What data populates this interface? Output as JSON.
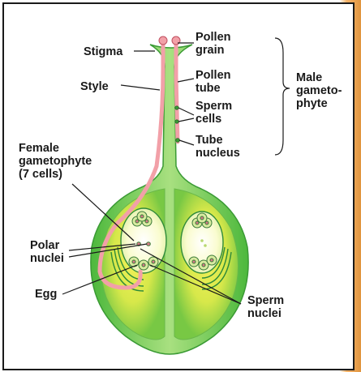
{
  "labels": {
    "stigma": "Stigma",
    "pollen_grain": [
      "Pollen",
      "grain"
    ],
    "style": "Style",
    "pollen_tube": [
      "Pollen",
      "tube"
    ],
    "sperm_cells": [
      "Sperm",
      "cells"
    ],
    "tube_nucleus": [
      "Tube",
      "nucleus"
    ],
    "male_gametophyte": [
      "Male",
      "gameto-",
      "phyte"
    ],
    "female_gametophyte": [
      "Female",
      "gametophyte",
      "(7 cells)"
    ],
    "polar_nuclei": [
      "Polar",
      "nuclei"
    ],
    "egg": "Egg",
    "sperm_nuclei": [
      "Sperm",
      "nuclei"
    ]
  },
  "colors": {
    "pistil_green": "#5cc04a",
    "pistil_light": "#a8dc7a",
    "ovule_yellow": "#f2ee4a",
    "pollen_tube_pink": "#f2a0a8",
    "cell_outline": "#2e8a3a"
  }
}
